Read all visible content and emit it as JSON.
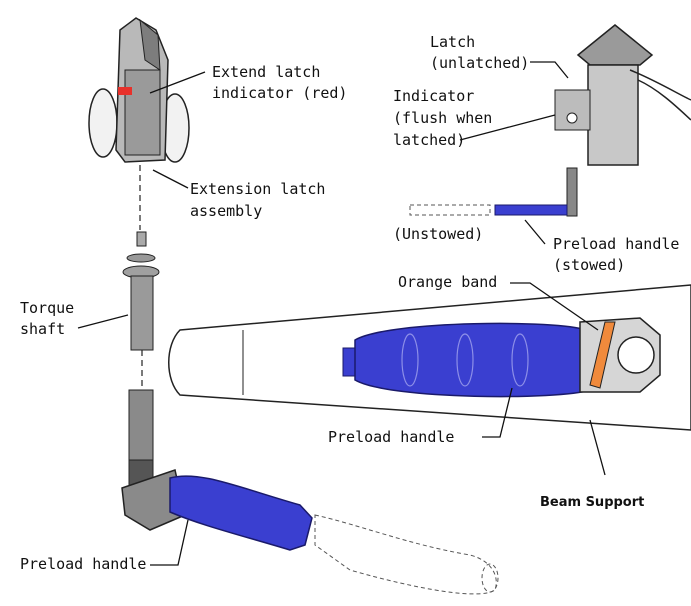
{
  "labels": {
    "extend_latch_indicator_line1": "Extend latch",
    "extend_latch_indicator_line2": "indicator (red)",
    "extension_latch_assembly_line1": "Extension latch",
    "extension_latch_assembly_line2": "assembly",
    "torque_shaft_line1": "Torque",
    "torque_shaft_line2": "shaft",
    "preload_handle_bottom": "Preload handle",
    "latch_unlatched_line1": "Latch",
    "latch_unlatched_line2": "(unlatched)",
    "indicator_line1": "Indicator",
    "indicator_line2": "(flush when",
    "indicator_line3": "latched)",
    "unstowed": "(Unstowed)",
    "preload_handle_stowed_line1": "Preload handle",
    "preload_handle_stowed_line2": "(stowed)",
    "orange_band": "Orange band",
    "preload_handle_detail": "Preload handle",
    "beam_support": "Beam Support"
  },
  "colors": {
    "handle_blue": "#3a3fd0",
    "indicator_red": "#e8302a",
    "band_orange": "#f08a3c",
    "metal_gray": "#8a8a8a"
  }
}
